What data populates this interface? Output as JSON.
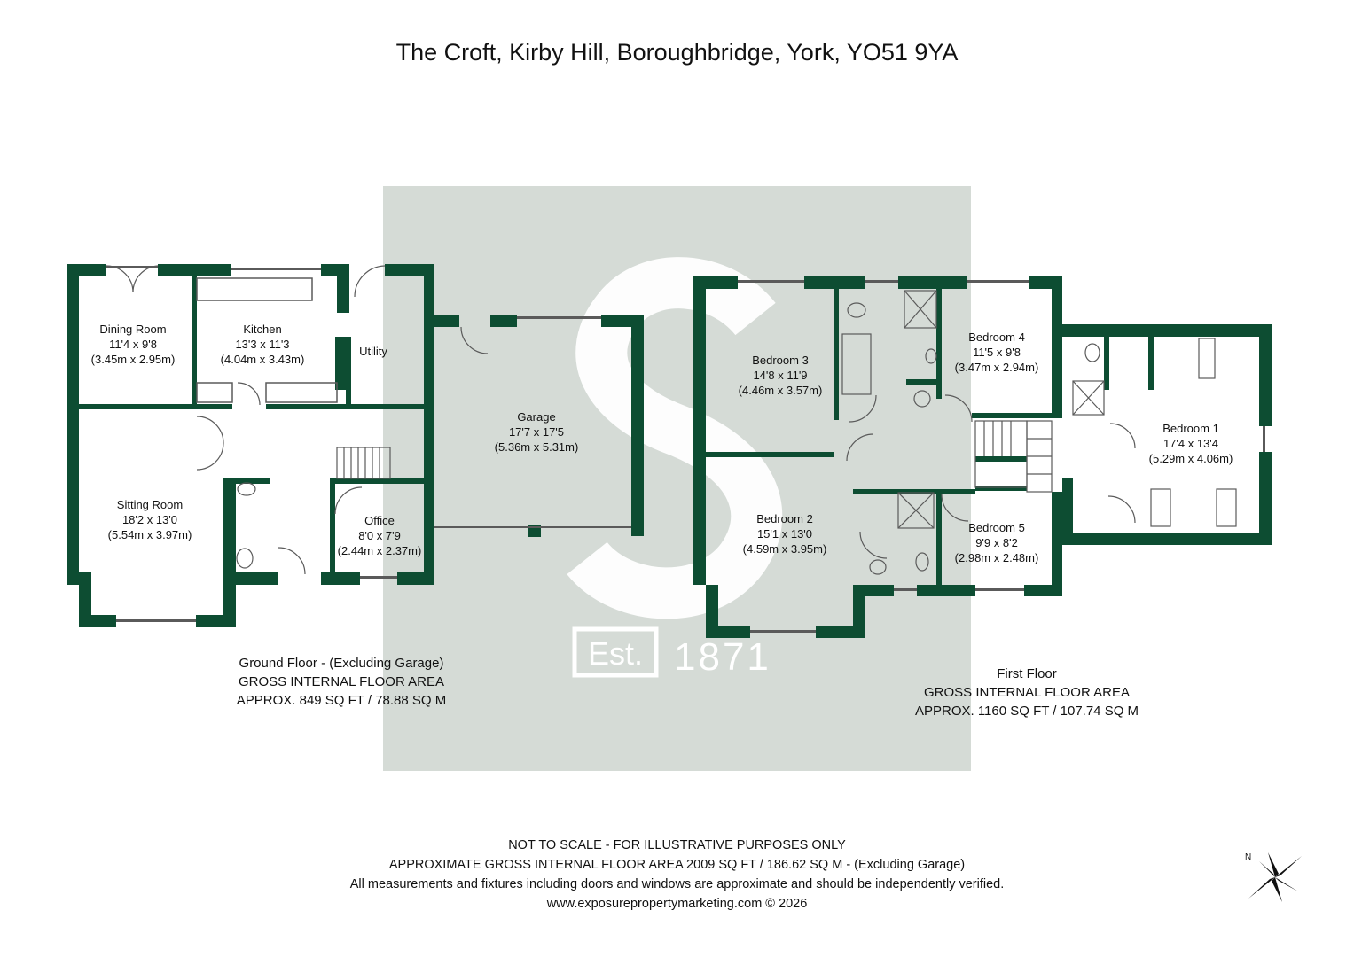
{
  "title": "The Croft, Kirby Hill, Boroughbridge, York, YO51 9YA",
  "colors": {
    "wall": "#0d4d32",
    "watermark_bg": "#d5dbd6",
    "watermark_fg": "#ffffff",
    "line": "#5a5a5a"
  },
  "watermark": {
    "est": "Est.",
    "year": "1871"
  },
  "rooms": [
    {
      "id": "dining-room",
      "name": "Dining Room",
      "imperial": "11'4 x 9'8",
      "metric": "(3.45m x 2.95m)"
    },
    {
      "id": "kitchen",
      "name": "Kitchen",
      "imperial": "13'3 x 11'3",
      "metric": "(4.04m x 3.43m)"
    },
    {
      "id": "utility",
      "name": "Utility",
      "imperial": "",
      "metric": ""
    },
    {
      "id": "sitting-room",
      "name": "Sitting Room",
      "imperial": "18'2 x 13'0",
      "metric": "(5.54m x 3.97m)"
    },
    {
      "id": "office",
      "name": "Office",
      "imperial": "8'0 x 7'9",
      "metric": "(2.44m x 2.37m)"
    },
    {
      "id": "garage",
      "name": "Garage",
      "imperial": "17'7 x 17'5",
      "metric": "(5.36m x 5.31m)"
    },
    {
      "id": "bedroom-3",
      "name": "Bedroom 3",
      "imperial": "14'8 x 11'9",
      "metric": "(4.46m x 3.57m)"
    },
    {
      "id": "bedroom-4",
      "name": "Bedroom 4",
      "imperial": "11'5 x 9'8",
      "metric": "(3.47m x 2.94m)"
    },
    {
      "id": "bedroom-1",
      "name": "Bedroom 1",
      "imperial": "17'4 x 13'4",
      "metric": "(5.29m x 4.06m)"
    },
    {
      "id": "bedroom-2",
      "name": "Bedroom 2",
      "imperial": "15'1 x 13'0",
      "metric": "(4.59m x 3.95m)"
    },
    {
      "id": "bedroom-5",
      "name": "Bedroom 5",
      "imperial": "9'9 x 8'2",
      "metric": "(2.98m x 2.48m)"
    }
  ],
  "ground_floor": {
    "line1": "Ground Floor - (Excluding Garage)",
    "line2": "GROSS INTERNAL FLOOR AREA",
    "line3": "APPROX. 849 SQ FT / 78.88 SQ M"
  },
  "first_floor": {
    "line1": "First Floor",
    "line2": "GROSS INTERNAL FLOOR AREA",
    "line3": "APPROX. 1160 SQ FT / 107.74 SQ M"
  },
  "footer": {
    "line1": "NOT TO SCALE - FOR ILLUSTRATIVE PURPOSES ONLY",
    "line2": "APPROXIMATE GROSS INTERNAL FLOOR AREA 2009 SQ FT / 186.62 SQ M - (Excluding Garage)",
    "line3": "All measurements and fixtures including doors and windows are approximate and should be independently verified.",
    "line4": "www.exposurepropertymarketing.com © 2026"
  },
  "compass": {
    "label": "N",
    "icon": "compass-rose-icon"
  }
}
